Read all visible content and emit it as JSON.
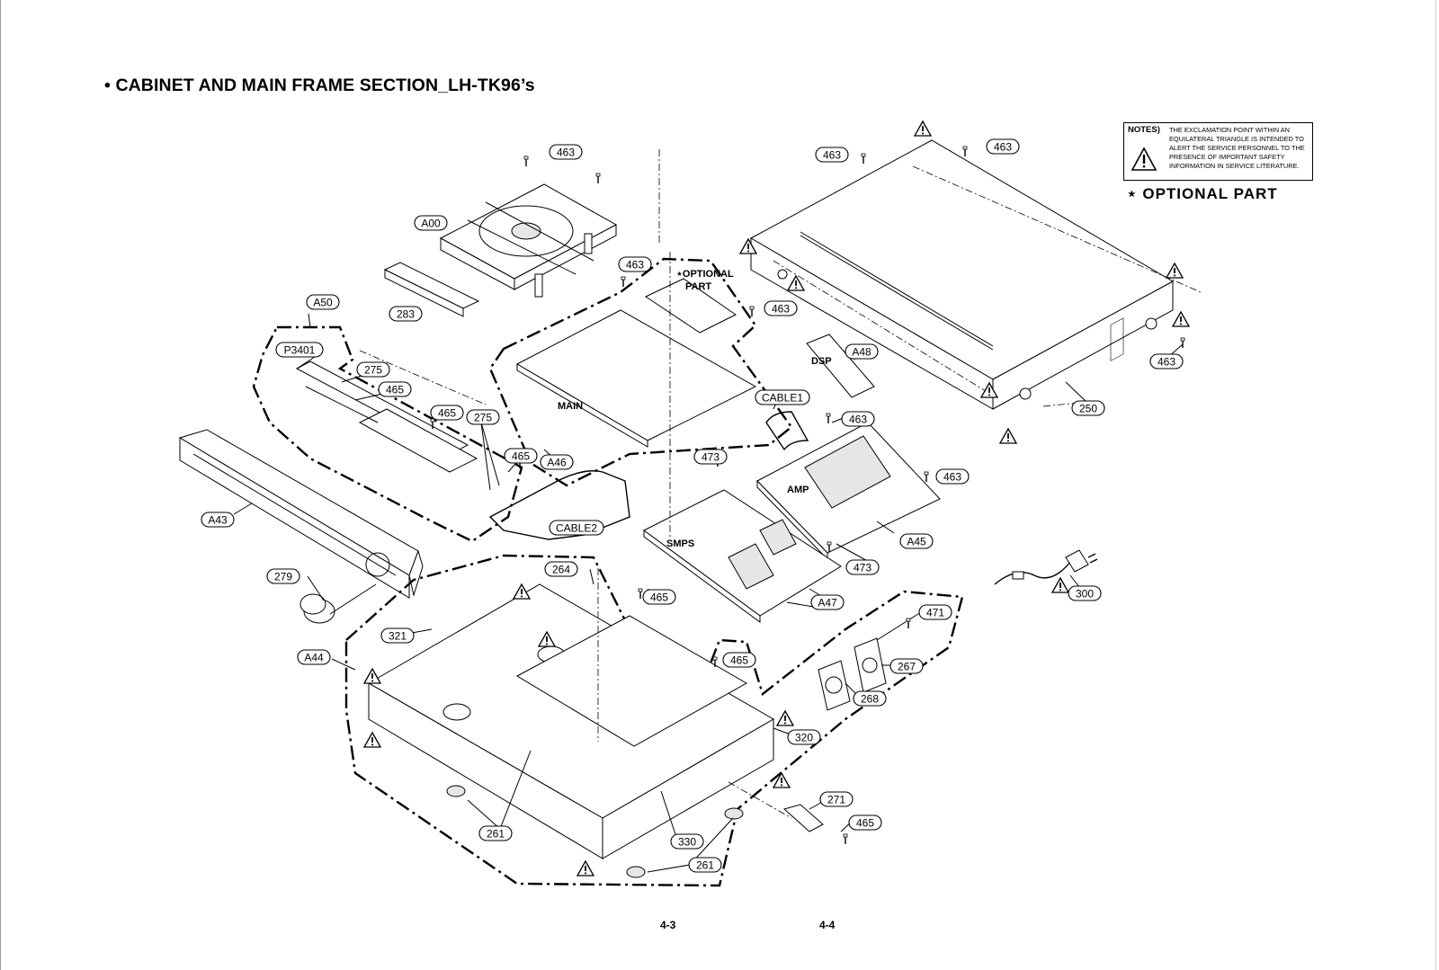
{
  "title": "• CABINET AND MAIN FRAME SECTION_LH-TK96’s",
  "notes": {
    "head": "NOTES)",
    "text": "THE EXCLAMATION POINT WITHIN AN EQUILATERAL TRIANGLE IS INTENDED TO ALERT THE SERVICE PERSONNEL TO THE PRESENCE OF IMPORTANT SAFETY INFORMATION IN SERVICE LITERATURE."
  },
  "optional_legend": "⋆ OPTIONAL PART",
  "pages": {
    "left": "4-3",
    "right": "4-4"
  },
  "callouts": [
    {
      "id": "c-463-a",
      "label": "463"
    },
    {
      "id": "c-a00",
      "label": "A00"
    },
    {
      "id": "c-463-b",
      "label": "463"
    },
    {
      "id": "c-283",
      "label": "283"
    },
    {
      "id": "c-a50",
      "label": "A50"
    },
    {
      "id": "c-p3401",
      "label": "P3401"
    },
    {
      "id": "c-275-a",
      "label": "275"
    },
    {
      "id": "c-465-a",
      "label": "465"
    },
    {
      "id": "c-465-b",
      "label": "465"
    },
    {
      "id": "c-275-b",
      "label": "275"
    },
    {
      "id": "c-465-c",
      "label": "465"
    },
    {
      "id": "c-a46",
      "label": "A46"
    },
    {
      "id": "c-a43",
      "label": "A43"
    },
    {
      "id": "c-cable2",
      "label": "CABLE2"
    },
    {
      "id": "c-279",
      "label": "279"
    },
    {
      "id": "c-463-c",
      "label": "463"
    },
    {
      "id": "c-a48",
      "label": "A48"
    },
    {
      "id": "c-cable1",
      "label": "CABLE1"
    },
    {
      "id": "c-463-d",
      "label": "463"
    },
    {
      "id": "c-473-a",
      "label": "473"
    },
    {
      "id": "c-463-e",
      "label": "463"
    },
    {
      "id": "c-a45",
      "label": "A45"
    },
    {
      "id": "c-473-b",
      "label": "473"
    },
    {
      "id": "c-a47",
      "label": "A47"
    },
    {
      "id": "c-463-f",
      "label": "463"
    },
    {
      "id": "c-463-g",
      "label": "463"
    },
    {
      "id": "c-463-h",
      "label": "463"
    },
    {
      "id": "c-250",
      "label": "250"
    },
    {
      "id": "c-264",
      "label": "264"
    },
    {
      "id": "c-465-d",
      "label": "465"
    },
    {
      "id": "c-321",
      "label": "321"
    },
    {
      "id": "c-a44",
      "label": "A44"
    },
    {
      "id": "c-465-e",
      "label": "465"
    },
    {
      "id": "c-471",
      "label": "471"
    },
    {
      "id": "c-267",
      "label": "267"
    },
    {
      "id": "c-268",
      "label": "268"
    },
    {
      "id": "c-320",
      "label": "320"
    },
    {
      "id": "c-271",
      "label": "271"
    },
    {
      "id": "c-465-f",
      "label": "465"
    },
    {
      "id": "c-261-a",
      "label": "261"
    },
    {
      "id": "c-330",
      "label": "330"
    },
    {
      "id": "c-261-b",
      "label": "261"
    },
    {
      "id": "c-300",
      "label": "300"
    }
  ],
  "board_labels": {
    "main": "MAIN",
    "dsp": "DSP",
    "amp": "AMP",
    "smps": "SMPS",
    "optional_part": "⋆OPTIONAL",
    "optional_part_2": "PART"
  },
  "icons": {
    "warning": "warning-triangle-icon"
  }
}
